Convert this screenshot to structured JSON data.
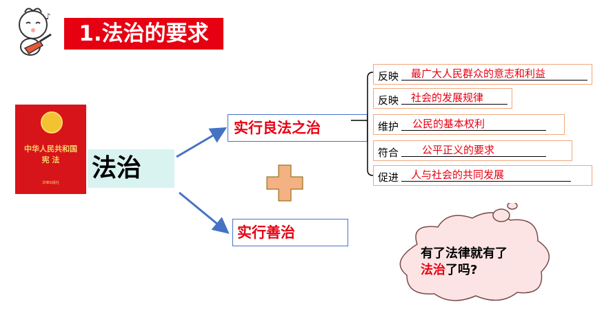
{
  "title": "1.法治的要求",
  "book": {
    "line1": "中华人民共和国",
    "line2": "宪 法",
    "publisher": "法律出版社"
  },
  "center": "法治",
  "branches": {
    "good_law": "实行良法之治",
    "good_governance": "实行善治"
  },
  "requirements": [
    {
      "label": "反映",
      "value": "最广大人民群众的意志和利益"
    },
    {
      "label": "反映",
      "value": "社会的发展规律"
    },
    {
      "label": "维护",
      "value": "公民的基本权利"
    },
    {
      "label": "符合",
      "value": "公平正义的要求"
    },
    {
      "label": "促进",
      "value": "人与社会的共同发展"
    }
  ],
  "question": {
    "part1": "有了法律就有了",
    "part2": "法治",
    "part3": "了吗?"
  },
  "colors": {
    "accent": "#e60012",
    "box_border": "#4472c4",
    "row_border": "#f0a77b",
    "plus": "#f4b183",
    "cloud": "#fde4e4"
  }
}
